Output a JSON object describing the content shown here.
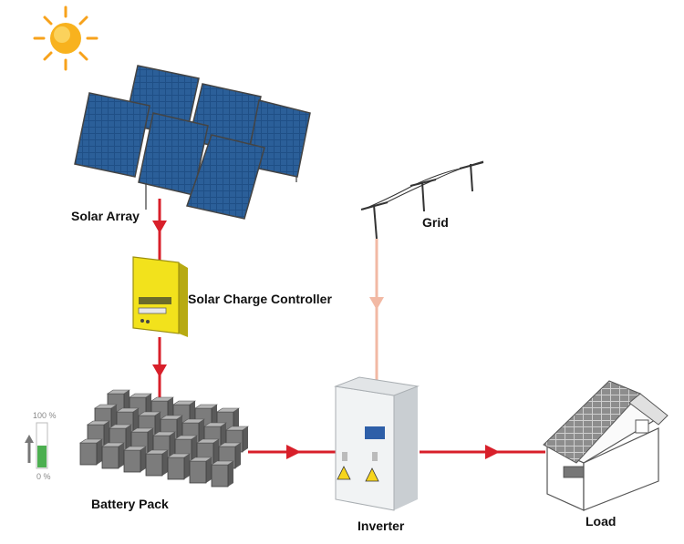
{
  "labels": {
    "solar_array": "Solar Array",
    "charge_controller": "Solar Charge Controller",
    "grid": "Grid",
    "battery_pack": "Battery Pack",
    "inverter": "Inverter",
    "load": "Load"
  },
  "battery_gauge": {
    "top": "100 %",
    "bottom": "0 %",
    "level": 0.5
  },
  "colors": {
    "flow_arrow": "#d81f2a",
    "grid_line": "#f2b9a4",
    "panel_cell": "#1f4f86",
    "controller": "#f2e21c",
    "gauge_fill": "#4caf50"
  },
  "icons": [
    "sun-icon",
    "solar-panel-icon",
    "power-pole-icon",
    "charge-controller-icon",
    "battery-icon",
    "inverter-icon",
    "house-icon"
  ]
}
